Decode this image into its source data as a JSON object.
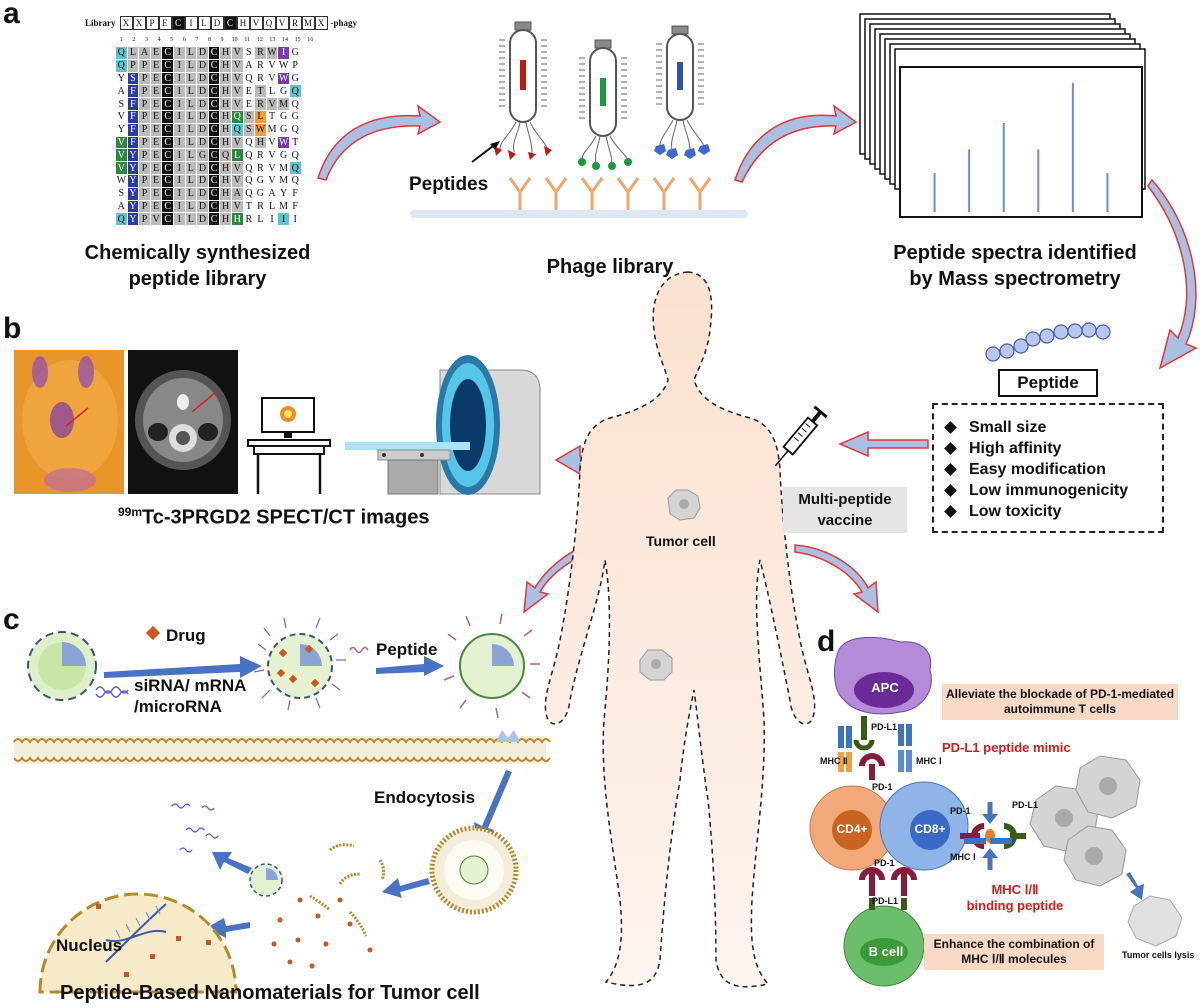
{
  "panels": {
    "a": "a",
    "b": "b",
    "c": "c",
    "d": "d"
  },
  "library_header": {
    "prefix": "Library",
    "cells": [
      "X",
      "X",
      "P",
      "E",
      "C",
      "I",
      "L",
      "D",
      "C",
      "H",
      "V",
      "Q",
      "V",
      "R",
      "M",
      "X"
    ],
    "suffix": "-phagy"
  },
  "column_numbers": [
    "1",
    "2",
    "3",
    "4",
    "5",
    "6",
    "7",
    "8",
    "9",
    "10",
    "11",
    "12",
    "13",
    "14",
    "15",
    "16"
  ],
  "library_rows": [
    [
      "Q",
      "L",
      "A",
      "E",
      "C",
      "I",
      "L",
      "D",
      "C",
      "H",
      "V",
      "S",
      "R",
      "W",
      "I",
      "G"
    ],
    [
      "Q",
      "P",
      "P",
      "E",
      "C",
      "I",
      "L",
      "D",
      "C",
      "H",
      "V",
      "A",
      "R",
      "V",
      "W",
      "P"
    ],
    [
      "Y",
      "S",
      "P",
      "E",
      "C",
      "I",
      "L",
      "D",
      "C",
      "H",
      "V",
      "Q",
      "R",
      "V",
      "W",
      "G"
    ],
    [
      "A",
      "F",
      "P",
      "E",
      "C",
      "I",
      "L",
      "D",
      "C",
      "H",
      "V",
      "E",
      "T",
      "L",
      "G",
      "Q"
    ],
    [
      "S",
      "F",
      "P",
      "E",
      "C",
      "I",
      "L",
      "D",
      "C",
      "H",
      "V",
      "E",
      "R",
      "V",
      "M",
      "Q"
    ],
    [
      "V",
      "F",
      "P",
      "E",
      "C",
      "I",
      "L",
      "D",
      "C",
      "H",
      "Q",
      "S",
      "L",
      "T",
      "G",
      "G"
    ],
    [
      "Y",
      "F",
      "P",
      "E",
      "C",
      "I",
      "L",
      "D",
      "C",
      "H",
      "Q",
      "S",
      "W",
      "M",
      "G",
      "Q"
    ],
    [
      "V",
      "F",
      "P",
      "E",
      "C",
      "I",
      "L",
      "D",
      "C",
      "H",
      "V",
      "Q",
      "H",
      "V",
      "W",
      "T"
    ],
    [
      "V",
      "Y",
      "P",
      "E",
      "C",
      "I",
      "L",
      "G",
      "C",
      "Q",
      "L",
      "Q",
      "R",
      "V",
      "G",
      "Q"
    ],
    [
      "V",
      "Y",
      "P",
      "E",
      "C",
      "I",
      "L",
      "D",
      "C",
      "H",
      "V",
      "Q",
      "R",
      "V",
      "M",
      "Q"
    ],
    [
      "W",
      "Y",
      "P",
      "E",
      "C",
      "I",
      "L",
      "D",
      "C",
      "H",
      "V",
      "Q",
      "G",
      "V",
      "M",
      "Q"
    ],
    [
      "S",
      "Y",
      "P",
      "E",
      "C",
      "I",
      "L",
      "D",
      "C",
      "H",
      "A",
      "Q",
      "G",
      "A",
      "Y",
      "F"
    ],
    [
      "A",
      "Y",
      "P",
      "E",
      "C",
      "I",
      "L",
      "D",
      "C",
      "H",
      "V",
      "T",
      "R",
      "L",
      "M",
      "F"
    ],
    [
      "Q",
      "Y",
      "P",
      "V",
      "C",
      "I",
      "L",
      "D",
      "C",
      "H",
      "H",
      "R",
      "L",
      "I",
      "I",
      "I"
    ]
  ],
  "captions": {
    "chem_library": "Chemically synthesized\npeptide library",
    "phage_library": "Phage library",
    "peptides_label": "Peptides",
    "mass_spec": "Peptide spectra identified\nby Mass spectrometry",
    "spect_sup": "99m",
    "spect_main": "Tc-3PRGD2 SPECT/CT images",
    "nanomaterials": "Peptide-Based Nanomaterials for Tumor cell",
    "tumor_cell": "Tumor cell"
  },
  "mass_spec_peaks": [
    0.28,
    0.45,
    0.64,
    0.45,
    0.93,
    0.28
  ],
  "peptide_box": {
    "title": "Peptide",
    "properties": [
      "Small size",
      "High affinity",
      "Easy modification",
      "Low immunogenicity",
      "Low toxicity"
    ]
  },
  "vaccine": {
    "line1": "Multi-peptide",
    "line2": "vaccine"
  },
  "panel_c": {
    "drug": "Drug",
    "sirna": "siRNA/ mRNA",
    "microrna": "/microRNA",
    "peptide": "Peptide",
    "endocytosis": "Endocytosis",
    "nucleus": "Nucleus"
  },
  "panel_d": {
    "apc": "APC",
    "cd4": "CD4+",
    "cd8": "CD8+",
    "bcell": "B cell",
    "pd1": "PD-1",
    "pdl1": "PD-L1",
    "mhc1": "MHC Ⅰ",
    "mhc2": "MHC Ⅱ",
    "pdl1_mimic": "PD-L1 peptide mimic",
    "mhc_binding_1": "MHC Ⅰ/Ⅱ",
    "mhc_binding_2": "binding peptide",
    "box_top_1": "Alleviate the blockade of PD-1-mediated",
    "box_top_2": "autoimmune T cells",
    "box_bottom_1": "Enhance the combination of",
    "box_bottom_2": "MHC Ⅰ/Ⅱ molecules",
    "tumor_lysis": "Tumor cells lysis"
  },
  "colors": {
    "arrow_red": "#e8343a",
    "arrow_fill": "#aac0e2",
    "skin": "#fbe6d8",
    "apc": "#b58ad8",
    "cd4": "#f2a878",
    "cd8": "#8fb4e8",
    "bcell": "#6cbf6a",
    "info_box": "#f8d9c5"
  }
}
